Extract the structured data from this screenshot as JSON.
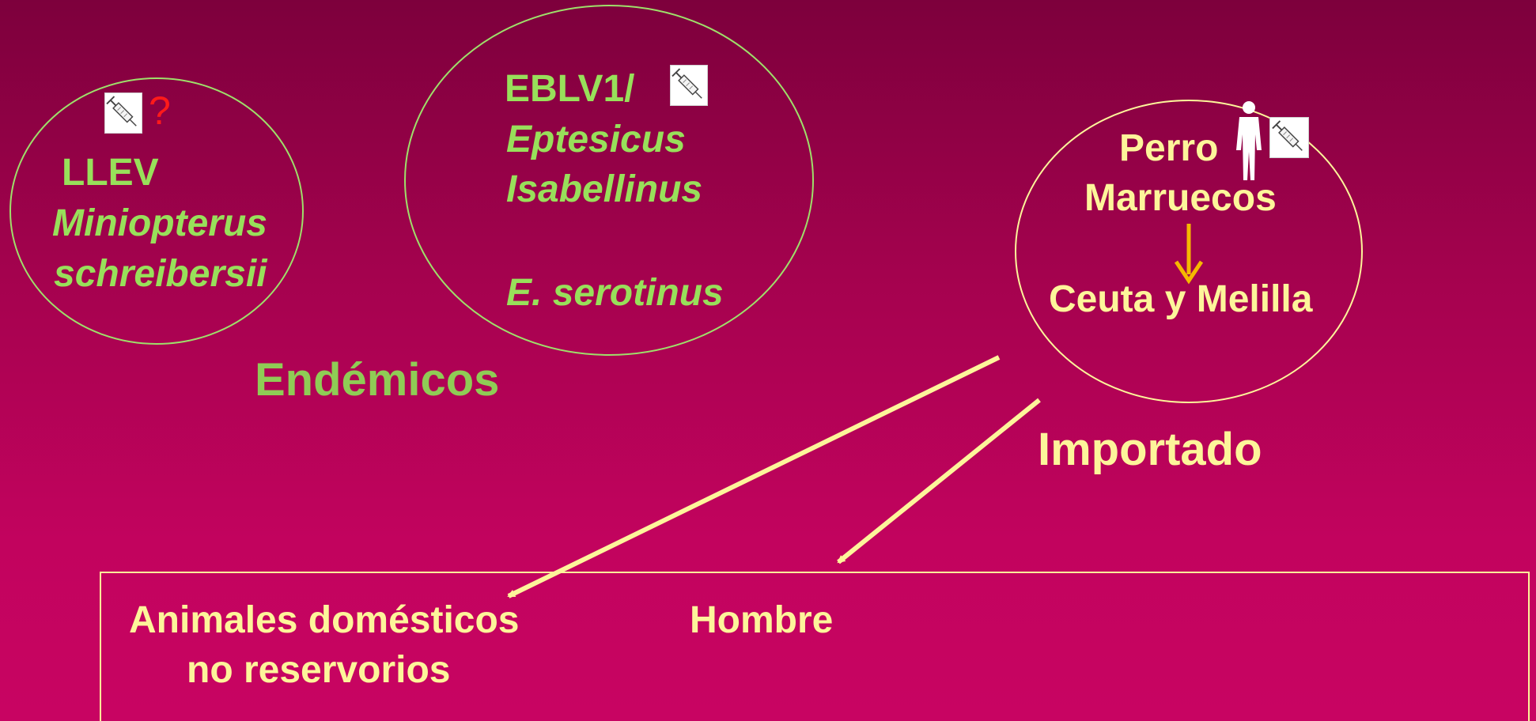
{
  "endemic": {
    "group1": {
      "code": "LLEV",
      "species_line1": "Miniopterus",
      "species_line2": "schreibersii"
    },
    "group2": {
      "code": "EBLV1/",
      "species_line1": "Eptesicus",
      "species_line2": "Isabellinus",
      "species_line3": "E. serotinus"
    },
    "label": "Endémicos"
  },
  "imported": {
    "line1": "Perro",
    "line2": "Marruecos",
    "line3": "Ceuta y Melilla",
    "label": "Importado"
  },
  "targets": {
    "left_line1": "Animales domésticos",
    "left_line2": "no reservorios",
    "right": "Hombre"
  },
  "question_mark": "?",
  "icons": [
    "syringe-icon",
    "person-icon",
    "arrow-down-icon"
  ],
  "colors": {
    "background_top": "#7d003c",
    "background_bottom": "#c80462",
    "endemic_text": "#98e05a",
    "imported_text": "#fdf59a",
    "arrow_orange": "#f5b800",
    "question_red": "#ff1a1a"
  }
}
